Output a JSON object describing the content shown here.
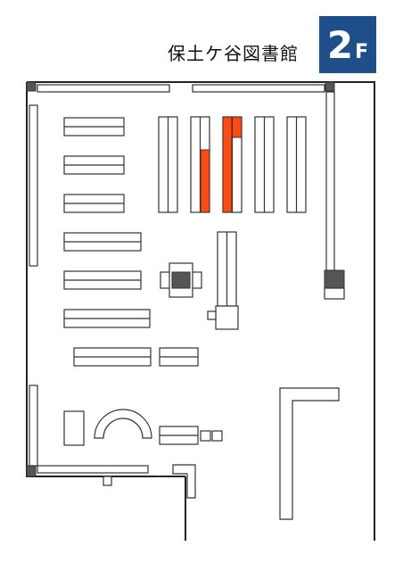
{
  "library_name": "保土ケ谷図書館",
  "floor": {
    "number": "2",
    "letter": "F"
  },
  "colors": {
    "badge": "#1e4f8a",
    "highlight": "#ff4a12",
    "pillar": "#555555"
  }
}
